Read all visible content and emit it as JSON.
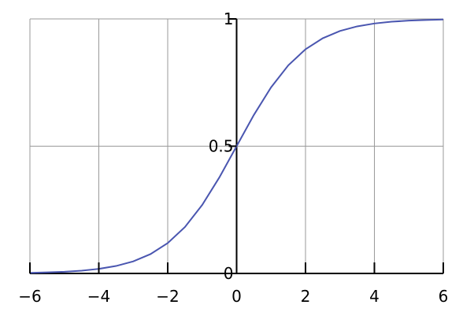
{
  "chart_data": {
    "type": "line",
    "title": "",
    "xlabel": "",
    "ylabel": "",
    "xlim": [
      -6,
      6
    ],
    "ylim": [
      0,
      1
    ],
    "x_ticks": [
      -6,
      -4,
      -2,
      0,
      2,
      4,
      6
    ],
    "x_tick_labels": [
      "−6",
      "−4",
      "−2",
      "0",
      "2",
      "4",
      "6"
    ],
    "y_ticks": [
      0,
      0.5,
      1
    ],
    "y_tick_labels": [
      "0",
      "0.5",
      "1"
    ],
    "grid": true,
    "legend": "none",
    "series": [
      {
        "color": "#4a56b0",
        "x": [
          -6,
          -5.5,
          -5,
          -4.5,
          -4,
          -3.5,
          -3,
          -2.5,
          -2,
          -1.5,
          -1,
          -0.5,
          0,
          0.5,
          1,
          1.5,
          2,
          2.5,
          3,
          3.5,
          4,
          4.5,
          5,
          5.5,
          6
        ],
        "y": [
          0.0025,
          0.0041,
          0.0067,
          0.011,
          0.018,
          0.0293,
          0.0474,
          0.0759,
          0.1192,
          0.1824,
          0.2689,
          0.3775,
          0.5,
          0.6225,
          0.7311,
          0.8176,
          0.8808,
          0.9241,
          0.9526,
          0.9707,
          0.982,
          0.989,
          0.9933,
          0.9959,
          0.9975
        ]
      }
    ]
  },
  "colors": {
    "grid": "#9a9a9a",
    "axis": "#000000",
    "curve": "#4a56b0"
  }
}
